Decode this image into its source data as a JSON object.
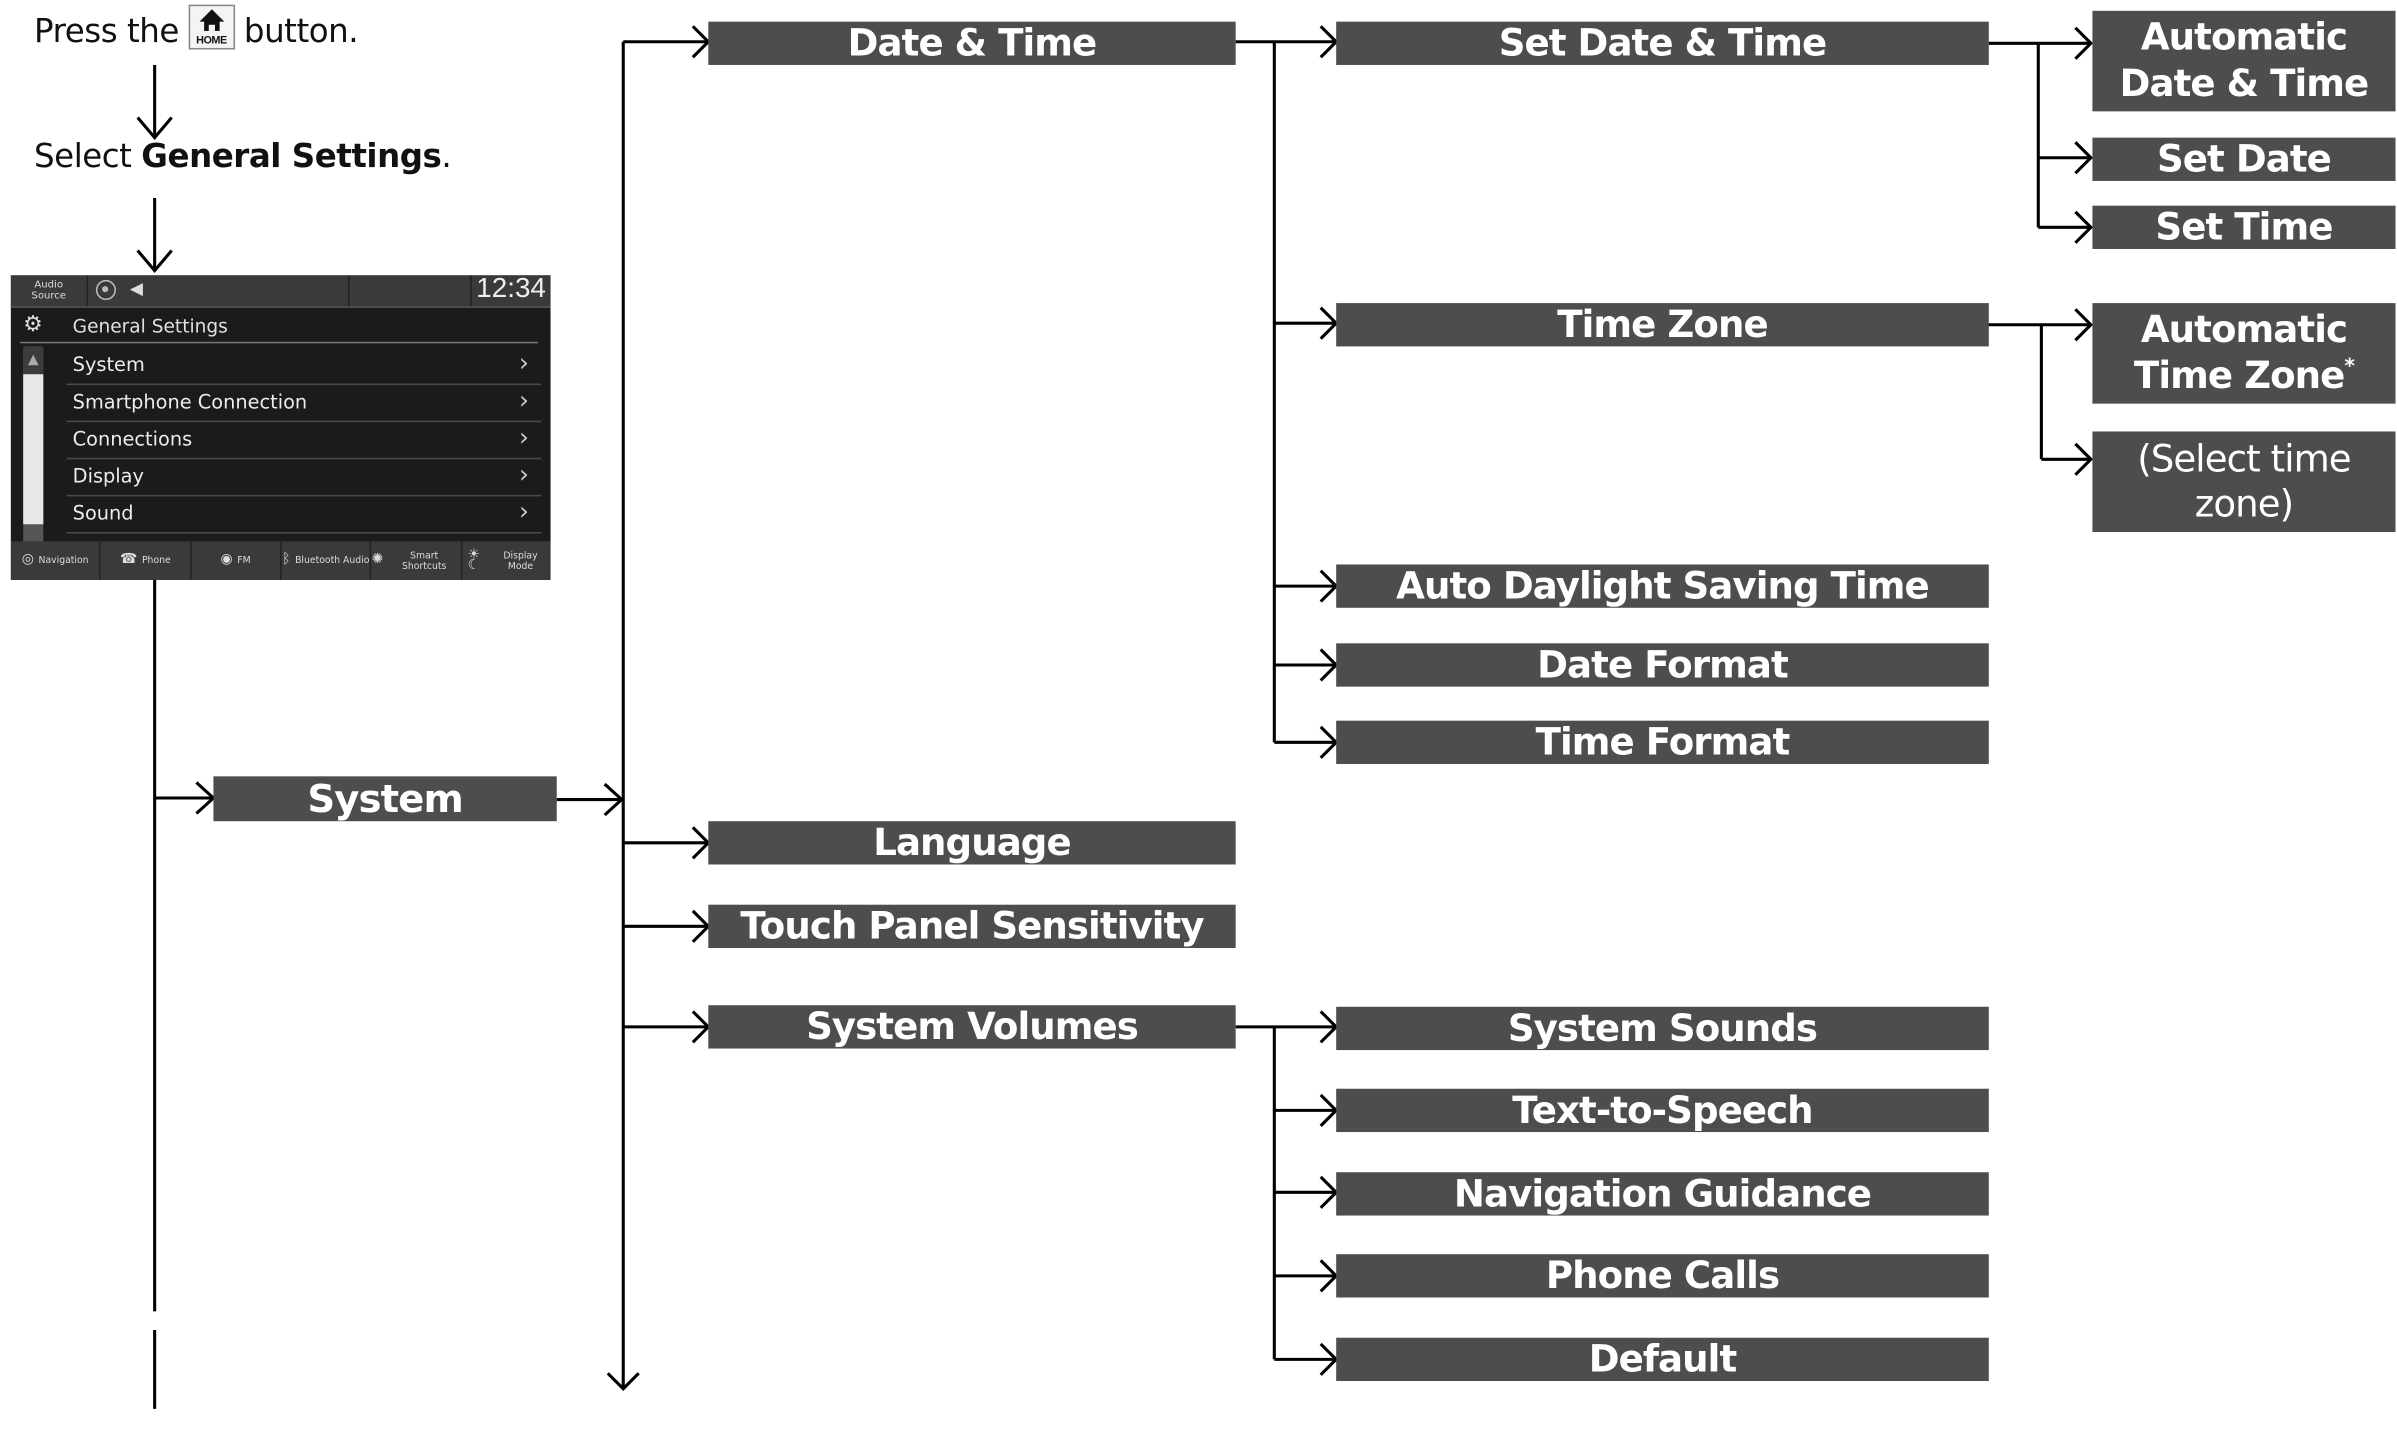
{
  "instructions": {
    "step1_prefix": "Press the",
    "home_button_label": "HOME",
    "step1_suffix": "button.",
    "step2_prefix": "Select ",
    "step2_bold": "General Settings",
    "step2_suffix": "."
  },
  "screen": {
    "audio_source_line1": "Audio",
    "audio_source_line2": "Source",
    "clock": "12:34",
    "title": "General Settings",
    "menu_items": [
      {
        "label": "System"
      },
      {
        "label": "Smartphone Connection"
      },
      {
        "label": "Connections"
      },
      {
        "label": "Display"
      },
      {
        "label": "Sound"
      }
    ],
    "chevron": "›",
    "scrollbar": {
      "up": "▲",
      "down": "▼"
    },
    "bottom_bar": [
      {
        "label": "Navigation",
        "icon": "compass-icon",
        "glyph": "◎"
      },
      {
        "label": "Phone",
        "icon": "phone-icon",
        "glyph": "☎"
      },
      {
        "label": "FM",
        "icon": "radio-icon",
        "glyph": "◉"
      },
      {
        "label": "Bluetooth Audio",
        "icon": "bluetooth-icon",
        "glyph": "ᛒ"
      },
      {
        "label": "Smart Shortcuts",
        "icon": "shortcuts-icon",
        "glyph": "✺"
      },
      {
        "label": "Display Mode",
        "icon": "display-mode-icon",
        "glyph": "☀☾"
      }
    ]
  },
  "tree": {
    "level1": {
      "system": "System"
    },
    "level2": {
      "date_time": "Date & Time",
      "language": "Language",
      "touch_panel": "Touch Panel Sensitivity",
      "system_volumes": "System Volumes"
    },
    "level3_date_time": {
      "set_date_time": "Set Date & Time",
      "time_zone": "Time Zone",
      "auto_dst": "Auto Daylight Saving Time",
      "date_format": "Date Format",
      "time_format": "Time Format"
    },
    "level4_set_date_time": {
      "automatic_line1": "Automatic",
      "automatic_line2": "Date & Time",
      "set_date": "Set Date",
      "set_time": "Set Time"
    },
    "level4_time_zone": {
      "automatic_line1": "Automatic",
      "automatic_line2": "Time Zone",
      "footnote_mark": "*",
      "select_line1": "(Select time",
      "select_line2": "zone)"
    },
    "level3_system_volumes": {
      "system_sounds": "System Sounds",
      "text_to_speech": "Text-to-Speech",
      "navigation_guidance": "Navigation Guidance",
      "phone_calls": "Phone Calls",
      "default": "Default"
    }
  },
  "colors": {
    "box_fill": "#4d4d4d",
    "box_text": "#ffffff",
    "connector": "#000000"
  }
}
